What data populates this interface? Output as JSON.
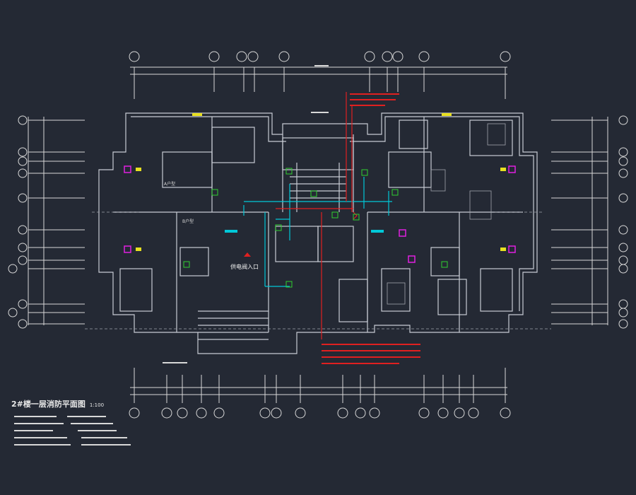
{
  "drawing": {
    "title": "2#楼一层消防平面图",
    "scale": "1:100"
  },
  "annotations": {
    "entrance": "供电阀入口",
    "room_labels": [
      "A户型",
      "B户型"
    ]
  },
  "colors": {
    "background": "#242934",
    "walls": "#c8ccd4",
    "grid": "#d8d8d8",
    "cyan_line": "#00c8d8",
    "red_line": "#e02020",
    "green_symbol": "#30d030",
    "magenta_symbol": "#e020e0",
    "yellow_symbol": "#e8e020"
  }
}
